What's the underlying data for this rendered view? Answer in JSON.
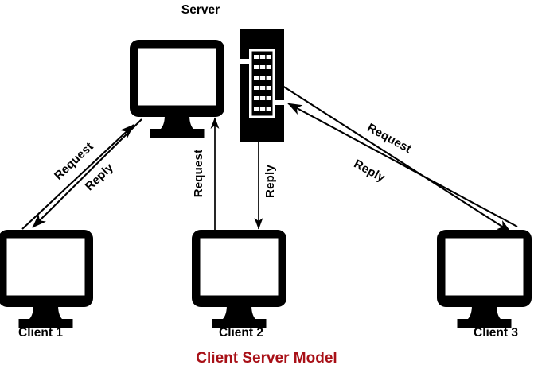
{
  "diagram": {
    "title": "Client Server Model",
    "title_color": "#A81017",
    "background": "#ffffff",
    "stroke_color": "#000000",
    "server": {
      "label": "Server",
      "monitor_icon": "monitor-icon",
      "rack_icon": "server-rack-icon",
      "rack_rows": 6,
      "rack_cols": 3
    },
    "clients": [
      {
        "label": "Client 1",
        "icon": "monitor-icon"
      },
      {
        "label": "Client 2",
        "icon": "monitor-icon"
      },
      {
        "label": "Client 3",
        "icon": "monitor-icon"
      }
    ],
    "edges": [
      {
        "label": "Request",
        "from": "Client 1",
        "to": "Server",
        "side": "left",
        "rotation": -56
      },
      {
        "label": "Reply",
        "from": "Server",
        "to": "Client 1",
        "side": "left",
        "rotation": -56
      },
      {
        "label": "Request",
        "from": "Client 2",
        "to": "Server",
        "side": "center",
        "rotation": -90
      },
      {
        "label": "Reply",
        "from": "Server",
        "to": "Client 2",
        "side": "center",
        "rotation": -90
      },
      {
        "label": "Request",
        "from": "Client 3",
        "to": "Server",
        "side": "right",
        "rotation": 33
      },
      {
        "label": "Reply",
        "from": "Server",
        "to": "Client 3",
        "side": "right",
        "rotation": 33
      }
    ]
  }
}
